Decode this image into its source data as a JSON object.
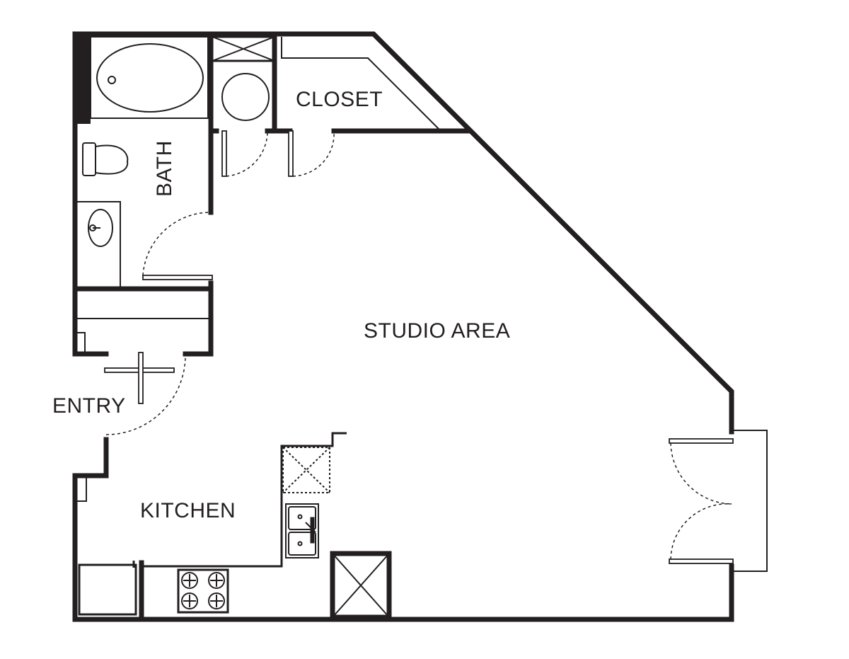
{
  "plan": {
    "labels": {
      "closet": "CLOSET",
      "bath": "BATH",
      "studio": "STUDIO AREA",
      "entry": "ENTRY",
      "kitchen": "KITCHEN"
    },
    "ink_color": "#231f20",
    "background": "#ffffff"
  }
}
